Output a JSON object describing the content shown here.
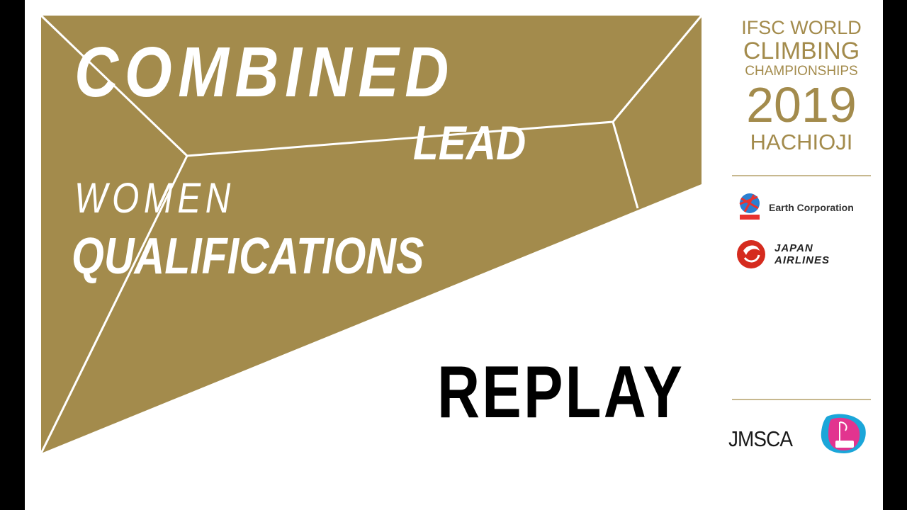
{
  "title": {
    "combined": "COMBINED",
    "discipline": "LEAD",
    "category": "WOMEN",
    "round": "QUALIFICATIONS"
  },
  "replay_label": "REPLAY",
  "event": {
    "line1": "IFSC WORLD",
    "line2": "CLIMBING",
    "line3": "CHAMPIONSHIPS",
    "year": "2019",
    "city": "HACHIOJI"
  },
  "sponsors": {
    "earth_name": "Earth Corporation",
    "jal_line1": "JAPAN",
    "jal_line2": "AIRLINES",
    "jmsca": "JMSCA"
  },
  "colors": {
    "gold": "#a38b4c",
    "white": "#ffffff",
    "black": "#000000"
  }
}
